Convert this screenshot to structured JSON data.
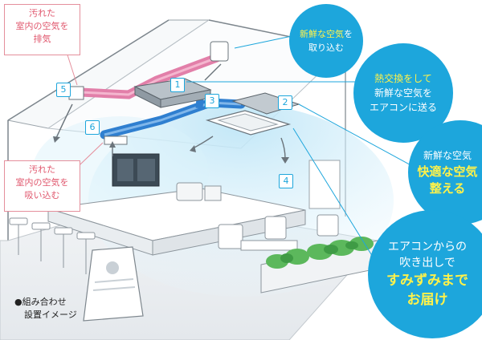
{
  "labels": {
    "exhaust": {
      "line1": "汚れた",
      "line2": "室内の空気を",
      "line3": "排気"
    },
    "intake_room": {
      "line1": "汚れた",
      "line2": "室内の空気を",
      "line3": "吸い込む"
    }
  },
  "bubbles": {
    "fresh_air": {
      "part1": "新鮮な空気",
      "part2": "を",
      "line2": "取り込む"
    },
    "heat_exchange": {
      "line1": "熱交換をして",
      "part1": "新鮮な空気",
      "part2": "を",
      "line3": "エアコンに送る"
    },
    "comfort": {
      "line1": "新鮮な空気",
      "line2": "快適な空気",
      "line3": "整える"
    },
    "deliver": {
      "line1": "エアコンからの",
      "line2": "吹き出しで",
      "line3": "すみずみまで",
      "line4": "お届け"
    }
  },
  "numbers": [
    "1",
    "2",
    "3",
    "4",
    "5",
    "6"
  ],
  "footnote": {
    "line1": "●組み合わせ",
    "line2": "設置イメージ"
  },
  "colors": {
    "accent": "#1da6dc",
    "highlight": "#fff24a",
    "exhaust_pink": "#e0576d",
    "duct_pink": "#e27fa9",
    "duct_blue": "#2f7fd0"
  }
}
